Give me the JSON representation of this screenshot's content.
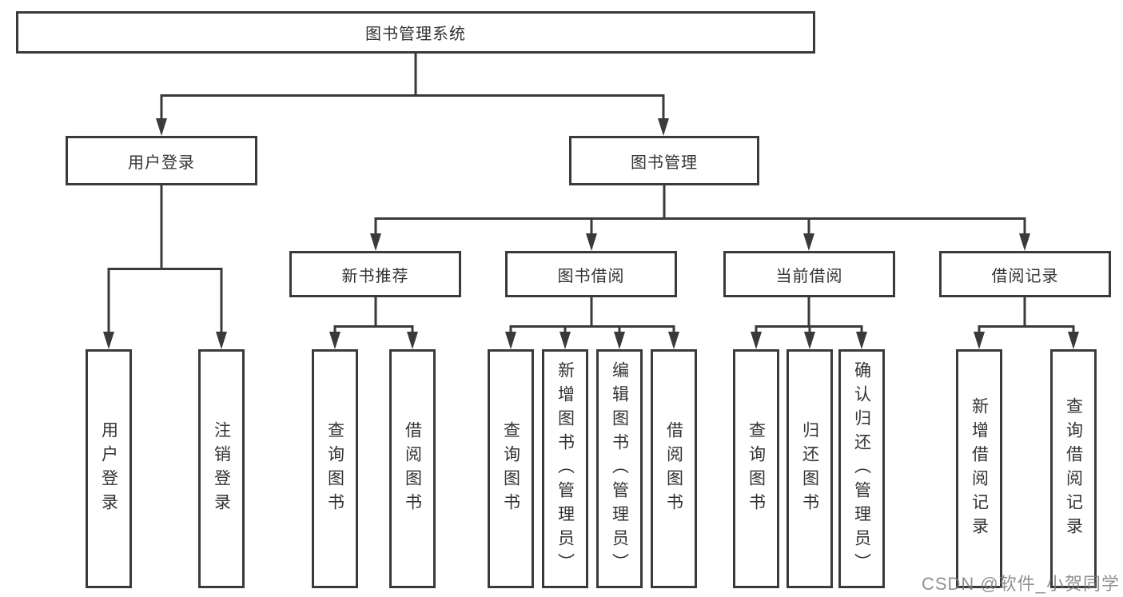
{
  "diagram_title": "图书管理系统",
  "tree": {
    "root": {
      "label": "图书管理系统"
    },
    "branches": [
      {
        "label": "用户登录",
        "children": [
          {
            "label": "用户登录"
          },
          {
            "label": "注销登录"
          }
        ]
      },
      {
        "label": "图书管理",
        "children": [
          {
            "label": "新书推荐",
            "children": [
              {
                "label": "查询图书"
              },
              {
                "label": "借阅图书"
              }
            ]
          },
          {
            "label": "图书借阅",
            "children": [
              {
                "label": "查询图书"
              },
              {
                "label": "新增图书（管理员）"
              },
              {
                "label": "编辑图书（管理员）"
              },
              {
                "label": "借阅图书"
              }
            ]
          },
          {
            "label": "当前借阅",
            "children": [
              {
                "label": "查询图书"
              },
              {
                "label": "归还图书"
              },
              {
                "label": "确认归还（管理员）"
              }
            ]
          },
          {
            "label": "借阅记录",
            "children": [
              {
                "label": "新增借阅记录"
              },
              {
                "label": "查询借阅记录"
              }
            ]
          }
        ]
      }
    ]
  },
  "watermark": "CSDN @软件_小贺同学",
  "colors": {
    "line": "#3a3a3a",
    "text": "#333333",
    "background": "#ffffff",
    "watermark": "#7d7d7d"
  }
}
